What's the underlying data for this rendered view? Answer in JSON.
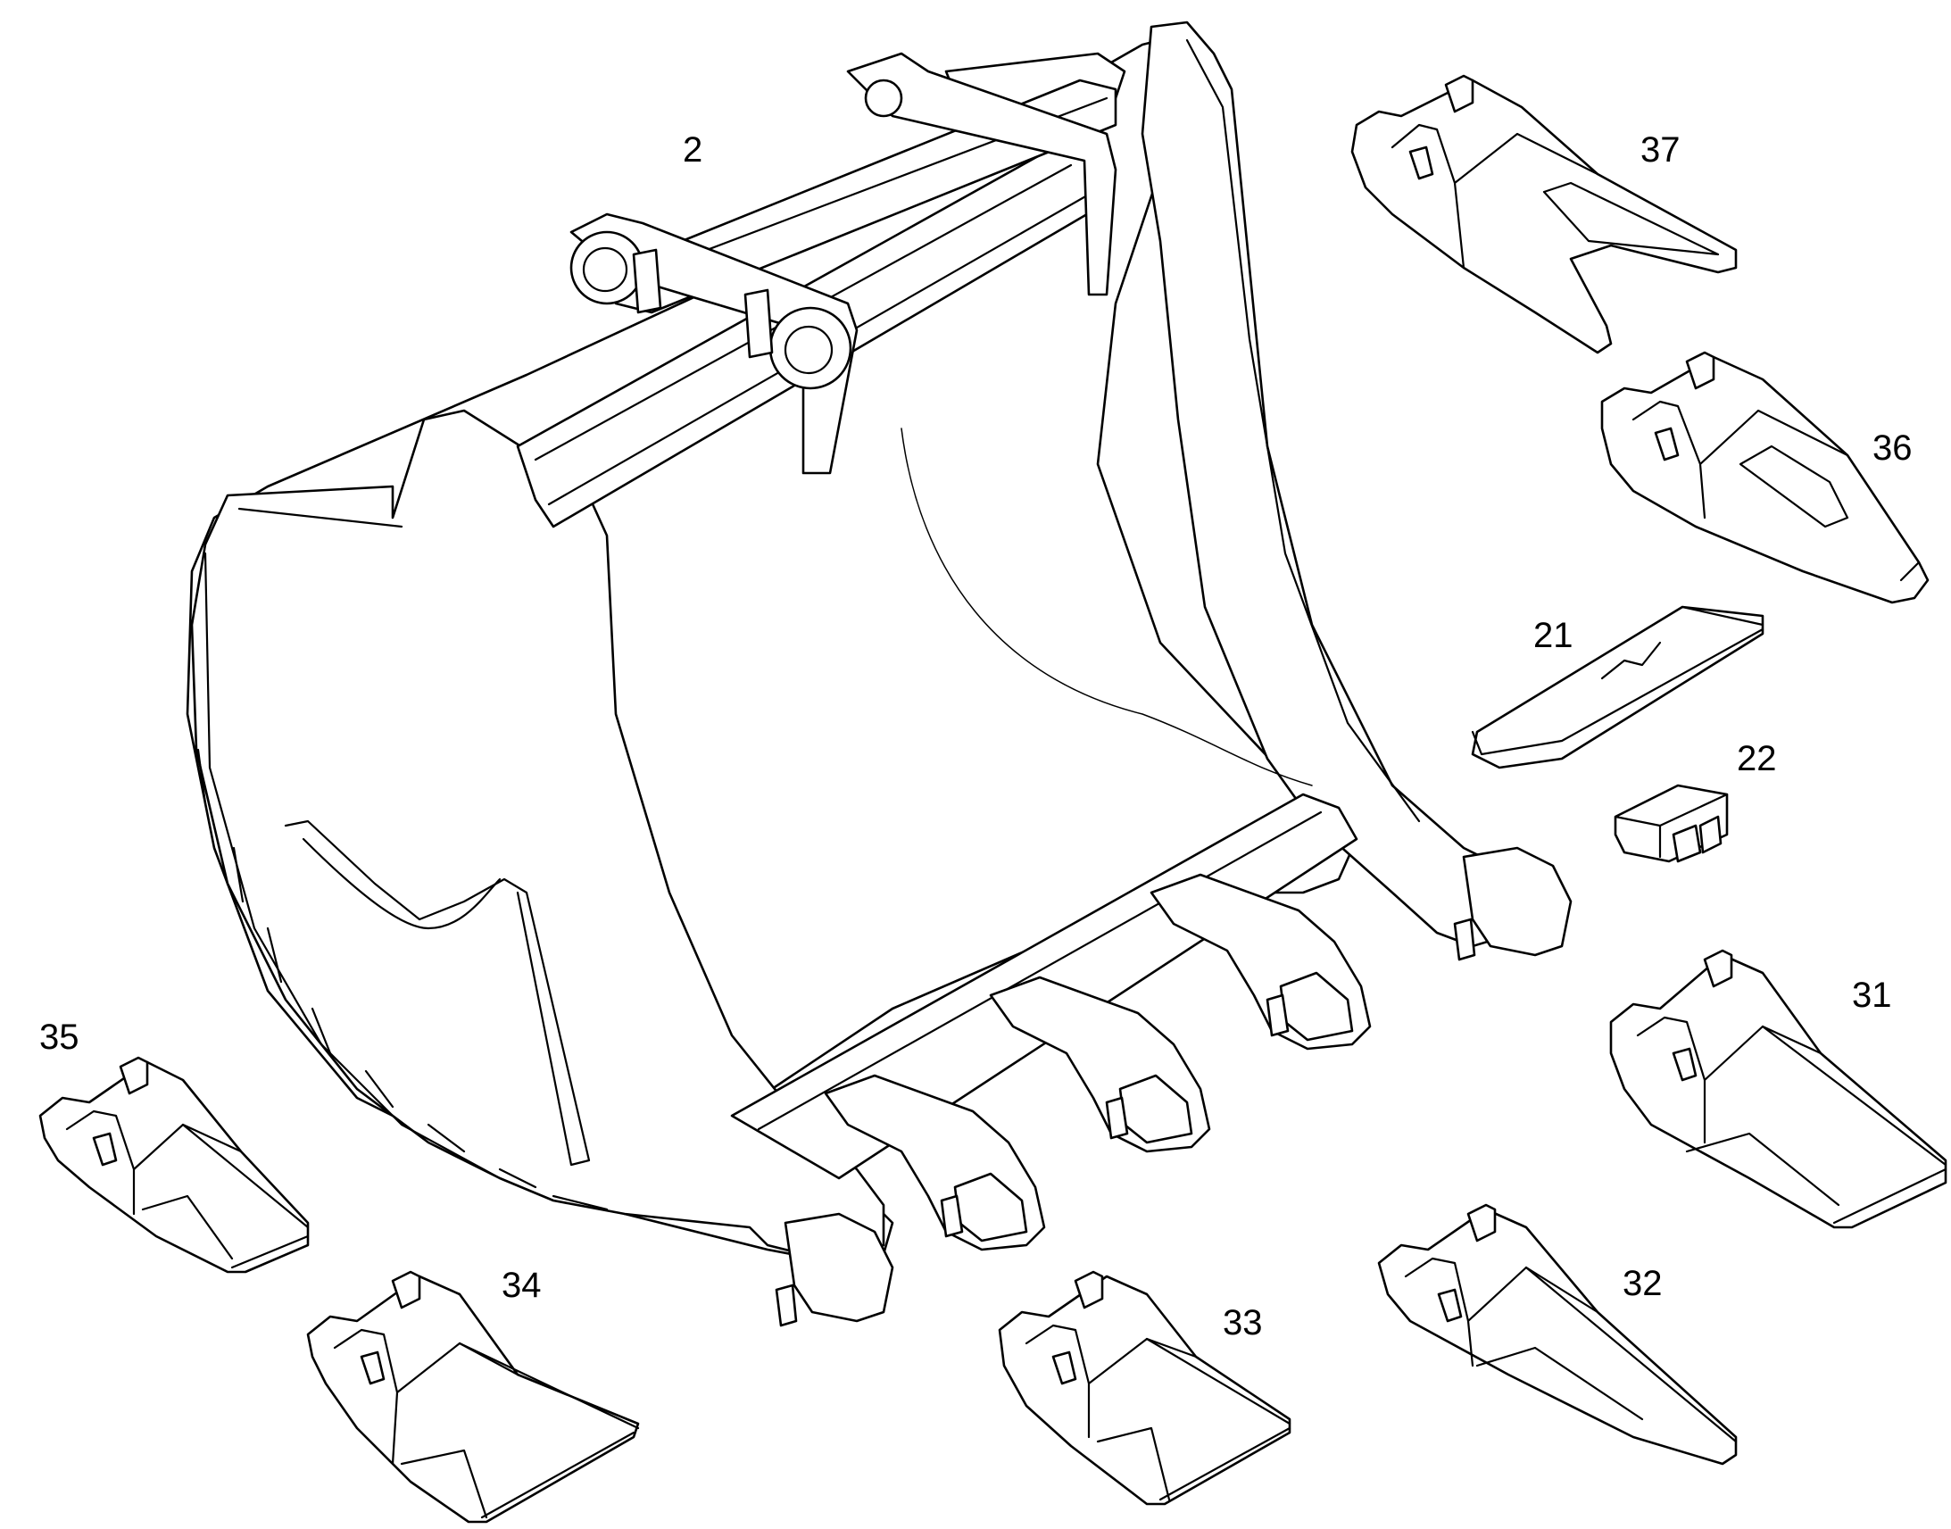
{
  "colors": {
    "background": "#ffffff",
    "ink": "#000000"
  },
  "callouts": [
    {
      "id": "bucket",
      "label": "2"
    },
    {
      "id": "tooth-37",
      "label": "37"
    },
    {
      "id": "tooth-36",
      "label": "36"
    },
    {
      "id": "pin-21",
      "label": "21"
    },
    {
      "id": "retainer-22",
      "label": "22"
    },
    {
      "id": "tooth-31",
      "label": "31"
    },
    {
      "id": "tooth-32",
      "label": "32"
    },
    {
      "id": "tooth-33",
      "label": "33"
    },
    {
      "id": "tooth-34",
      "label": "34"
    },
    {
      "id": "tooth-35",
      "label": "35"
    }
  ]
}
